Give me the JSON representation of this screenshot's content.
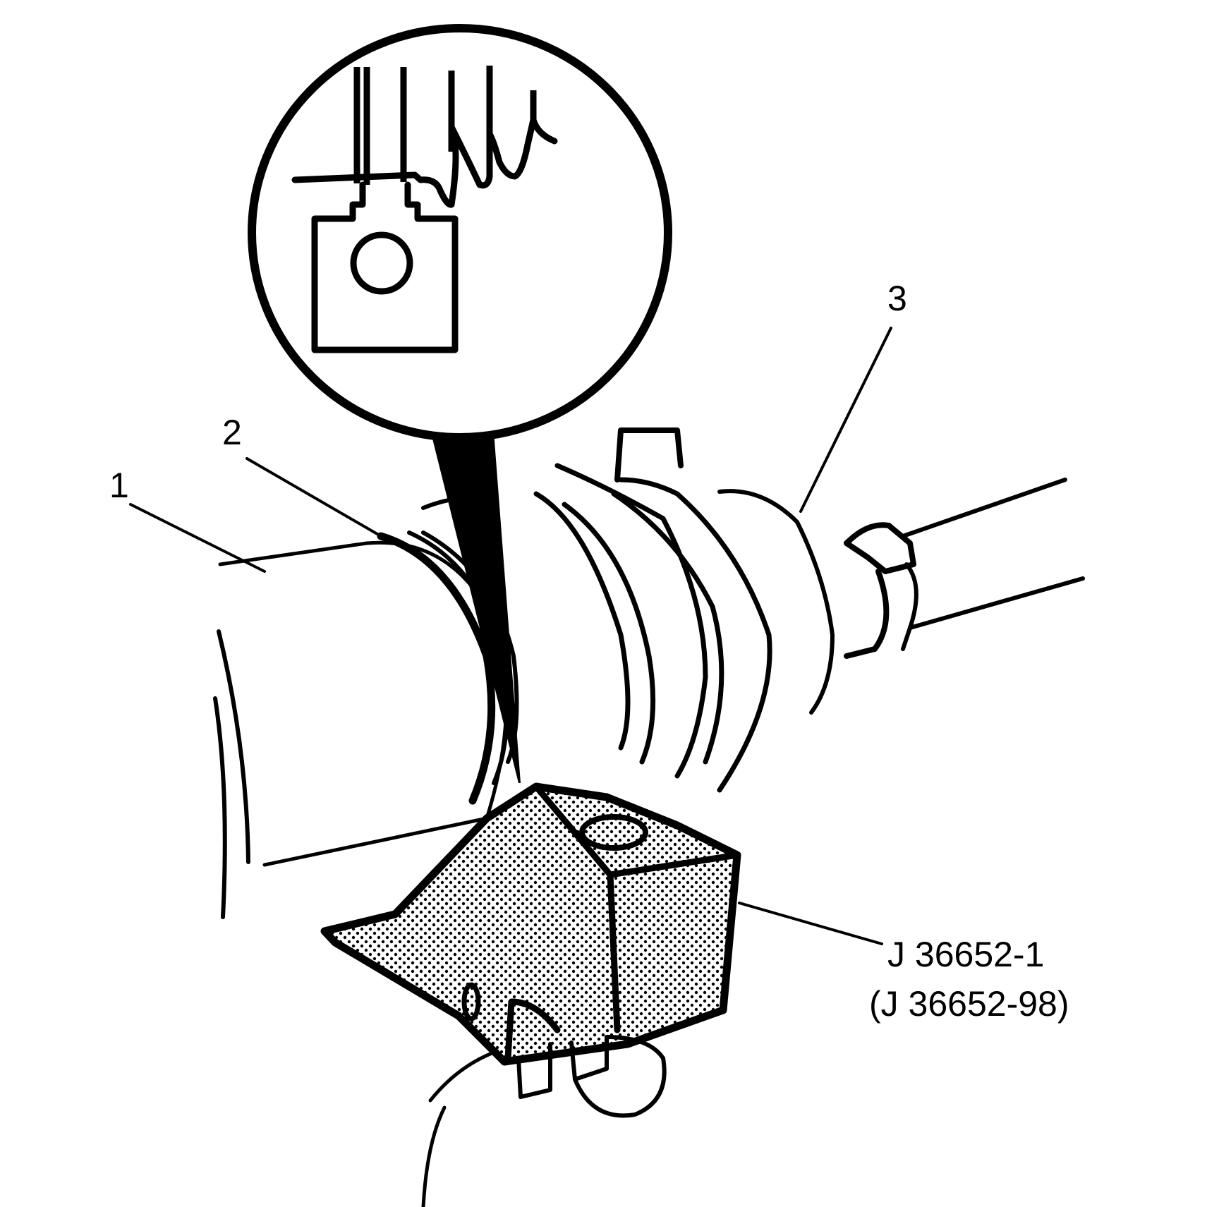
{
  "diagram": {
    "colors": {
      "line": "#000000",
      "background": "#ffffff",
      "tool_fill": "dotted halftone"
    },
    "callouts": [
      {
        "id": "1",
        "label": "1",
        "target": "outer tie rod / housing"
      },
      {
        "id": "2",
        "label": "2",
        "target": "boot clamp ring"
      },
      {
        "id": "3",
        "label": "3",
        "target": "boot"
      }
    ],
    "tool": {
      "line1": "J 36652-1",
      "line2": "(J 36652-98)"
    },
    "inset": {
      "description": "magnified view of tool seated on clamp"
    }
  }
}
